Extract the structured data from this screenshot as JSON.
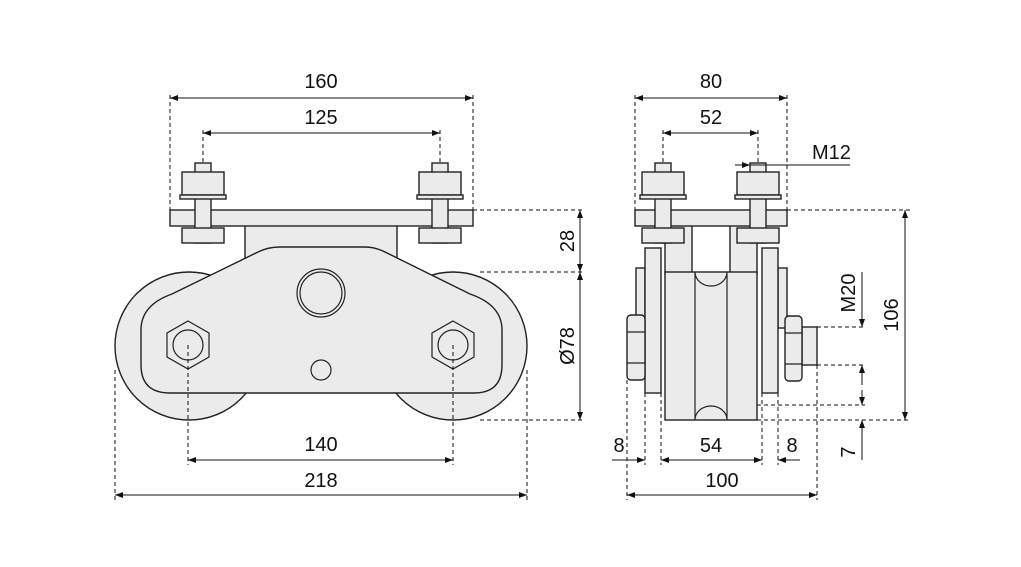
{
  "front_view": {
    "dims": {
      "overall_plate": "160",
      "bolt_spacing": "125",
      "plate_to_wheel": "28",
      "wheel_diameter": "Ø78",
      "axle_spacing": "140",
      "overall_width": "218"
    }
  },
  "side_view": {
    "dims": {
      "plate_width": "80",
      "bolt_spacing": "52",
      "bolt_thread": "M12",
      "axle_thread": "M20",
      "overall_height": "106",
      "flange_offset": "7",
      "left_plate": "8",
      "wheel_width": "54",
      "right_plate": "8",
      "overall_width": "100"
    }
  },
  "colors": {
    "part_fill": "#ebebeb",
    "line": "#222222"
  }
}
